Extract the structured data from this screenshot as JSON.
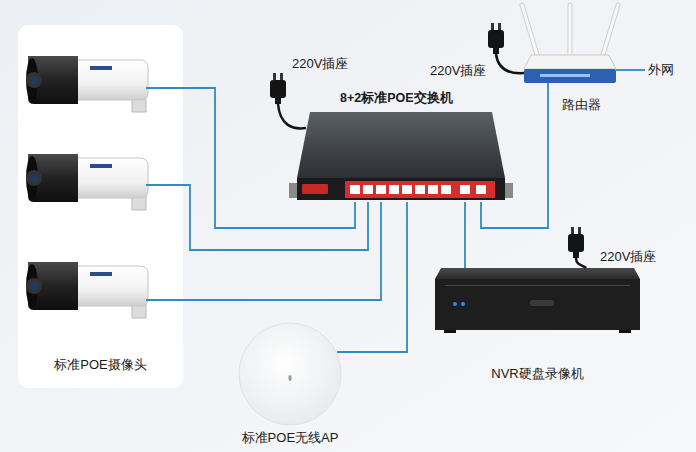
{
  "diagram": {
    "nodes": [
      {
        "text": [
          "标准POE摄像头"
        ]
      },
      {
        "text": [
          "8+2标准POE交换机"
        ]
      },
      {
        "text": [
          "路由器"
        ]
      },
      {
        "text": [
          "NVR硬盘录像机"
        ]
      },
      {
        "text": [
          "标准POE无线AP"
        ]
      }
    ],
    "edges": [
      {
        "from": 0,
        "to": 1,
        "arrow": "none"
      },
      {
        "from": 0,
        "to": 1,
        "arrow": "none"
      },
      {
        "from": 0,
        "to": 1,
        "arrow": "none"
      },
      {
        "from": 4,
        "to": 1,
        "arrow": "none"
      },
      {
        "from": 1,
        "to": 2,
        "arrow": "none"
      },
      {
        "from": 1,
        "to": 3,
        "arrow": "none"
      }
    ],
    "labels": [
      "220V插座",
      "220V插座",
      "外网",
      "220V插座"
    ]
  }
}
